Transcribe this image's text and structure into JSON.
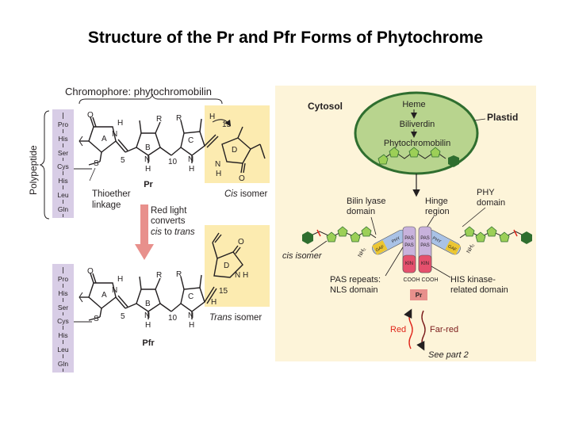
{
  "title": "Structure of the Pr and Pfr Forms of Phytochrome",
  "left": {
    "chromophore_label": "Chromophore: phytochromobilin",
    "polypeptide_label": "Polypeptide",
    "amino_acids": [
      "Pro",
      "His",
      "Ser",
      "Cys",
      "His",
      "Leu",
      "Gln"
    ],
    "ring_labels": [
      "A",
      "B",
      "C",
      "D"
    ],
    "atoms": {
      "O": "O",
      "N": "N",
      "H": "H",
      "R": "R",
      "S": "S"
    },
    "numbers": {
      "c5": "5",
      "c10": "10",
      "c15": "15"
    },
    "thioether_label": [
      "Thioether",
      "linkage"
    ],
    "pr_label": "Pr",
    "pfr_label": "Pfr",
    "red_light_lines": [
      "Red light",
      "converts"
    ],
    "cis_to_trans": {
      "cis": "cis",
      "to": " to ",
      "trans": "trans"
    },
    "cis_isomer": {
      "italic": "Cis",
      "rest": " isomer"
    },
    "trans_isomer": {
      "italic": "Trans",
      "rest": " isomer"
    }
  },
  "right": {
    "cytosol": "Cytosol",
    "plastid": "Plastid",
    "heme": "Heme",
    "biliverdin": "Biliverdin",
    "phytochromobilin": "Phytochromobilin",
    "bilin_lyase": [
      "Bilin lyase",
      "domain"
    ],
    "hinge": [
      "Hinge",
      "region"
    ],
    "phy_domain": [
      "PHY",
      "domain"
    ],
    "cis_isomer": "cis isomer",
    "nh2": "NH₂",
    "domain_labels": {
      "phy": "PHY",
      "gaf": "GAF",
      "pas": "PAS",
      "kin": "KIN"
    },
    "cooh": "COOH",
    "pas_repeats": [
      "PAS repeats:",
      "NLS domain"
    ],
    "his_kinase": [
      "HIS kinase-",
      "related domain"
    ],
    "pr_badge": "Pr",
    "red": "Red",
    "far_red": "Far-red",
    "see_part": "See part 2"
  },
  "colors": {
    "cream": "#fdf4d9",
    "chrom_yellow": "#fcebb0",
    "polypeptide_fill": "#d8cde6",
    "arrow_pink": "#e8908c",
    "plastid_fill": "#b8d48e",
    "plastid_stroke": "#2f6e2f",
    "pentagon_green": "#9ccf57",
    "hexagon_dark": "#2f6e2f",
    "gaf_yellow": "#ecc631",
    "phy_blue": "#a9c2e6",
    "pas_lilac": "#c8b2dc",
    "kin_pink": "#e5506d",
    "red": "#e0261b"
  }
}
